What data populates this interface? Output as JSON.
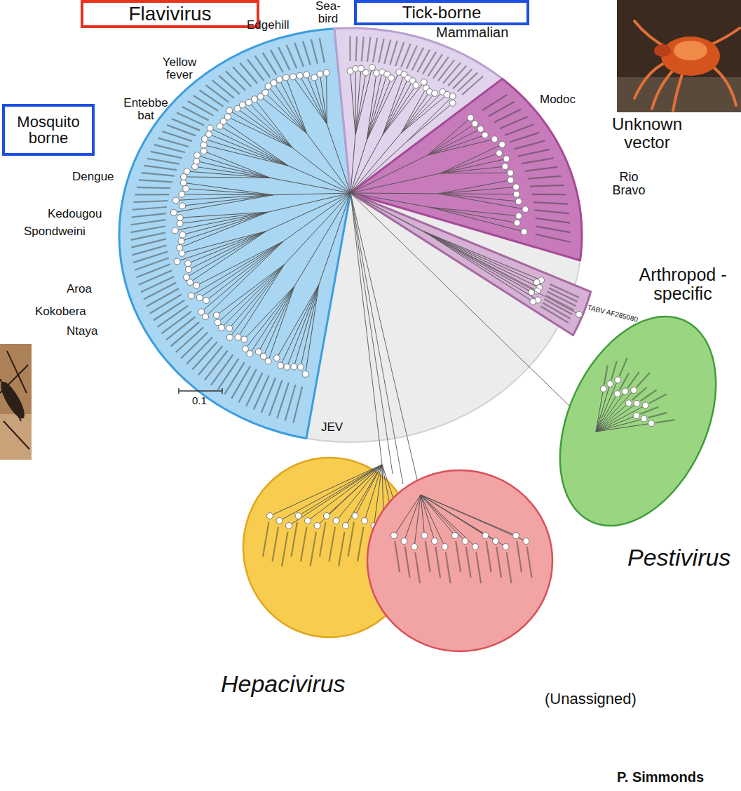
{
  "diagram": {
    "nodes": [
      {
        "text": [
          "Flavivirus"
        ]
      },
      {
        "text": [
          "Tick-borne"
        ]
      },
      {
        "text": [
          "Mosquito borne"
        ]
      },
      {
        "text": [
          "Hepacivirus"
        ]
      },
      {
        "text": [
          "(Unassigned)"
        ]
      },
      {
        "text": [
          "Pestivirus"
        ]
      }
    ],
    "labels": [
      "Sea- bird",
      "Edgehill",
      "Mammalian",
      "Yellow fever",
      "Entebbe bat",
      "Dengue",
      "Kedougou",
      "Spondweini",
      "Aroa",
      "Kokobera",
      "Ntaya",
      "JEV",
      "Modoc",
      "Unknown vector",
      "Rio Bravo",
      "Arthropod -specific",
      "TABV AF285080",
      "0.1",
      "P. Simmonds"
    ]
  }
}
